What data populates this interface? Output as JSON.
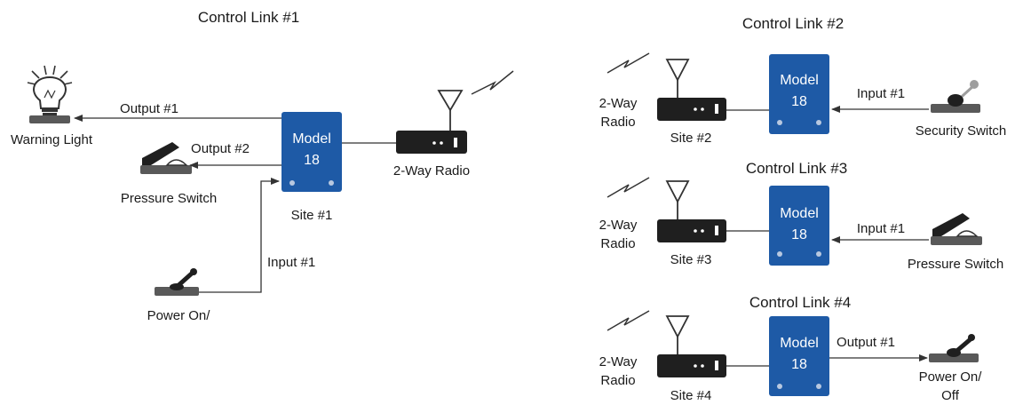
{
  "colors": {
    "model_box": "#1e5aa6",
    "radio": "#1f1f1f",
    "switch_base": "#595959",
    "wire": "#333333"
  },
  "link1": {
    "title": "Control Link #1",
    "model_line1": "Model",
    "model_line2": "18",
    "site": "Site #1",
    "output1": "Output #1",
    "output2": "Output #2",
    "input1": "Input #1",
    "warning_light": "Warning Light",
    "pressure_switch": "Pressure Switch",
    "power_on": "Power On/",
    "radio": "2-Way Radio"
  },
  "link2": {
    "title": "Control Link #2",
    "model_line1": "Model",
    "model_line2": "18",
    "site": "Site #2",
    "radio_line1": "2-Way",
    "radio_line2": "Radio",
    "input1": "Input #1",
    "device": "Security Switch"
  },
  "link3": {
    "title": "Control Link #3",
    "model_line1": "Model",
    "model_line2": "18",
    "site": "Site #3",
    "radio_line1": "2-Way",
    "radio_line2": "Radio",
    "input1": "Input #1",
    "device": "Pressure Switch"
  },
  "link4": {
    "title": "Control Link #4",
    "model_line1": "Model",
    "model_line2": "18",
    "site": "Site #4",
    "radio_line1": "2-Way",
    "radio_line2": "Radio",
    "output1": "Output #1",
    "device_line1": "Power On/",
    "device_line2": "Off"
  }
}
